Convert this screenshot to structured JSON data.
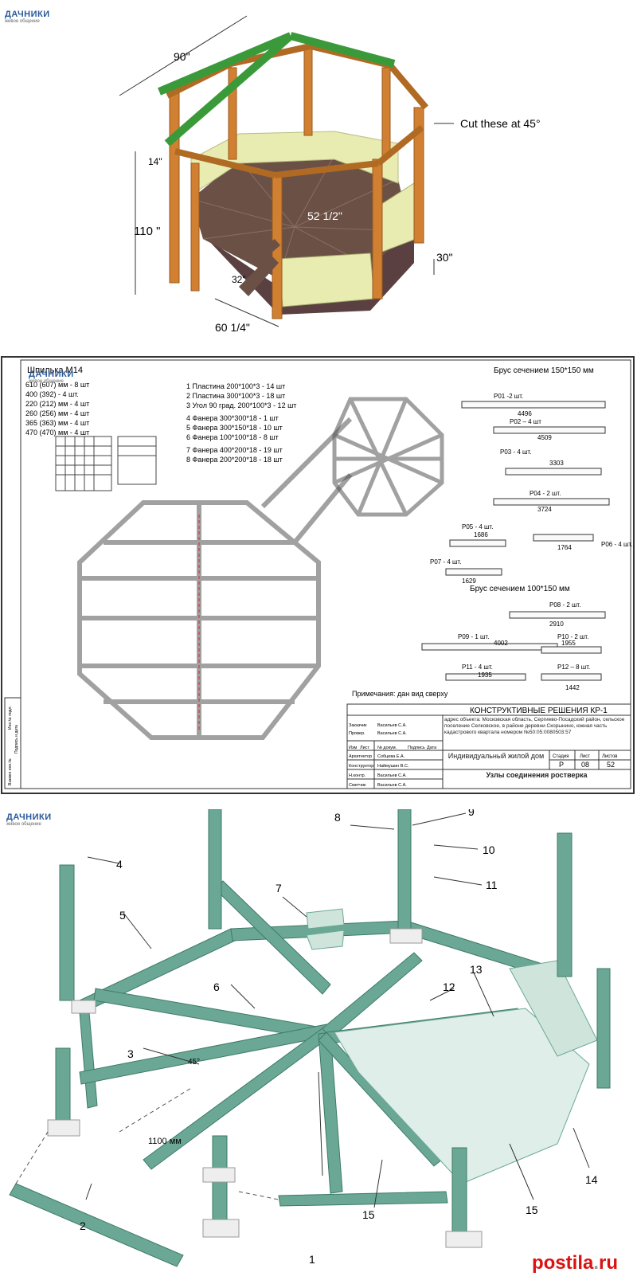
{
  "watermark": {
    "brand": "ДАЧНИКИ",
    "sub": "живое общение"
  },
  "panel1": {
    "dims": {
      "top": "90\"",
      "cut_note": "Cut these at 45°",
      "rail_height": "14\"",
      "total_height": "110 \"",
      "diagonal": "52 1/2\"",
      "floor_height": "30\"",
      "step": "32\"",
      "side": "60 1/4\""
    }
  },
  "panel2": {
    "title_left": "Шпилька М14",
    "bolts": [
      "610 (607) мм - 8 шт",
      "400 (392) - 4 шт.",
      "220 (212) мм - 4 шт",
      "260 (256) мм - 4 шт",
      "365 (363) мм - 4 шт",
      "470 (470) мм - 4 шт"
    ],
    "hardware": [
      "1 Пластина 200*100*3 - 14 шт",
      "2 Пластина 300*100*3 - 18 шт",
      "3 Угол 90 град. 200*100*3 - 12 шт",
      "4 Фанера 300*300*18 - 1 шт",
      "5 Фанера 300*150*18 - 10 шт",
      "6 Фанера 100*100*18 - 8 шт",
      "7 Фанера 400*200*18 - 19 шт",
      "8 Фанера 200*200*18 - 18 шт"
    ],
    "beam150": "Брус сечением 150*150 мм",
    "beam100": "Брус сечением 100*150 мм",
    "parts": [
      {
        "name": "Р01 -2 шт.",
        "len": "4496"
      },
      {
        "name": "Р02 – 4 шт",
        "len": "4509"
      },
      {
        "name": "Р03 - 4 шт.",
        "len": "3303"
      },
      {
        "name": "Р04 - 2 шт.",
        "len": "3724"
      },
      {
        "name": "Р05 - 4 шт.",
        "len": "1686"
      },
      {
        "name": "Р06 - 4 шт.",
        "len": "1764"
      },
      {
        "name": "Р07 - 4 шт.",
        "len": "1629"
      },
      {
        "name": "Р08 - 2 шт.",
        "len": "2910"
      },
      {
        "name": "Р09 - 1 шт.",
        "len": "4002"
      },
      {
        "name": "Р10 - 2 шт.",
        "len": "1955"
      },
      {
        "name": "Р11 - 4 шт.",
        "len": "1935"
      },
      {
        "name": "Р12 – 8 шт.",
        "len": "1442"
      }
    ],
    "note": "Примечания: дан вид сверху",
    "stamp": {
      "title": "КОНСТРУКТИВНЫЕ РЕШЕНИЯ  КР-1",
      "address": "адрес объекта: Московская область, Сергиево-Посадский район, сельское поселение Селковское, в районе деревни Скорынино, южная часть кадастрового квартала номером №50:05:0080503:57",
      "project": "Индивидуальный жилой дом",
      "sheet_title": "Узлы соединения ростверка",
      "stage_h": "Стадия",
      "sheet_h": "Лист",
      "sheets_h": "Листов",
      "stage": "Р",
      "sheet": "08",
      "sheets": "52",
      "roles": [
        {
          "role": "Архитектор",
          "name": "Собцева Е.А."
        },
        {
          "role": "Конструктор",
          "name": "Наймушин В.С."
        },
        {
          "role": "Н.контр.",
          "name": "Васильев С.А."
        },
        {
          "role": "Сметчик",
          "name": "Васильев С.А."
        },
        {
          "role": "Провер.",
          "name": "Васильев С.А."
        },
        {
          "role": "Заказчик",
          "name": "Васильев С.А."
        }
      ],
      "cols": [
        "Изм",
        "Лист",
        "№ докум.",
        "Подпись",
        "Дата"
      ]
    },
    "side_labels": [
      "Взамен инв.№",
      "Подпись и дата",
      "Инв.№ подл."
    ]
  },
  "panel3": {
    "callouts": [
      "1",
      "2",
      "3",
      "4",
      "5",
      "6",
      "7",
      "8",
      "9",
      "10",
      "11",
      "12",
      "13",
      "14",
      "15",
      "15"
    ],
    "dim_1100": "1100 мм",
    "angle": "45°"
  },
  "footer": {
    "site": "postila",
    "tld": "ru"
  },
  "colors": {
    "green_roof": "#3a9a3a",
    "wood": "#c8762a",
    "rail_light": "#e8ecb0",
    "deck": "#6a4c40",
    "teal": "#6aa895",
    "teal_dark": "#4c8a78",
    "red_mark": "#d22"
  }
}
